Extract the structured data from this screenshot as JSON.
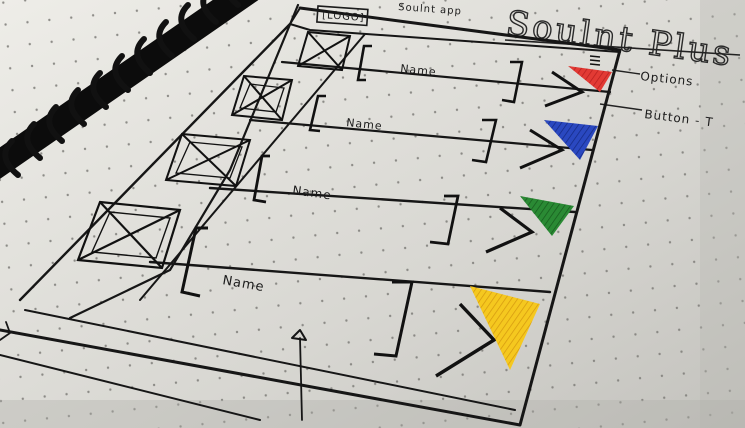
{
  "sketch": {
    "title": "Soulnt Plus",
    "top_label": "Soulnt app",
    "logo_label": "[LOGO]",
    "annotations": {
      "options": "Options",
      "buttons": "Button - T"
    },
    "rows": [
      {
        "name": "Name",
        "accent": "#e02b2b"
      },
      {
        "name": "Name",
        "accent": "#1f3fb0"
      },
      {
        "name": "Name",
        "accent": "#1f7a2a"
      },
      {
        "name": "Name",
        "accent": "#f0c21a"
      }
    ],
    "colors": {
      "paper": "#dcdbd6",
      "ink": "#1b1b1b",
      "binding": "#0f0f0f"
    }
  }
}
